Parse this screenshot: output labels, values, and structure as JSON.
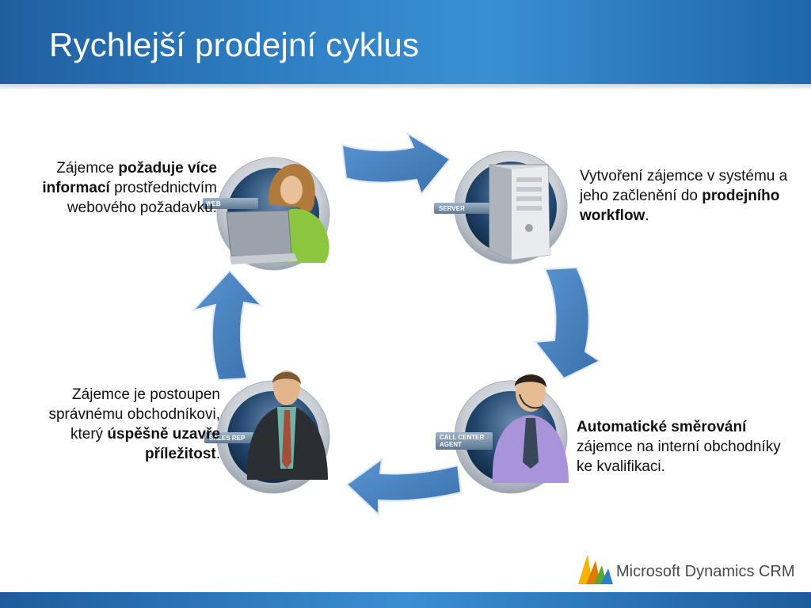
{
  "slide": {
    "title": "Rychlejší prodejní cyklus"
  },
  "nodes": {
    "web": {
      "label": "WEB"
    },
    "server": {
      "label": "SERVER"
    },
    "call_center": {
      "label_line1": "CALL CENTER",
      "label_line2": "AGENT"
    },
    "sales_rep": {
      "label": "SALES REP"
    }
  },
  "captions": {
    "top_left": {
      "t1": "Zájemce ",
      "b1": "požaduje více informací",
      "t2": " prostřednictvím webového požadavku."
    },
    "top_right": {
      "t1": "Vytvoření zájemce v systému a jeho začlenění do ",
      "b1": "prodejního workflow",
      "t2": "."
    },
    "bottom_right": {
      "b1": "Automatické směrování",
      "t1": " zájemce na interní obchodníky ke kvalifikaci."
    },
    "bottom_left": {
      "t1": "Zájemce je postoupen správnému obchodníkovi, který ",
      "b1": "úspěšně uzavře příležitost",
      "t2": "."
    }
  },
  "logo": {
    "text": "Microsoft Dynamics CRM"
  },
  "colors": {
    "header": "#2f7fc4",
    "arrow": "#4a84c2",
    "text": "#111111"
  }
}
